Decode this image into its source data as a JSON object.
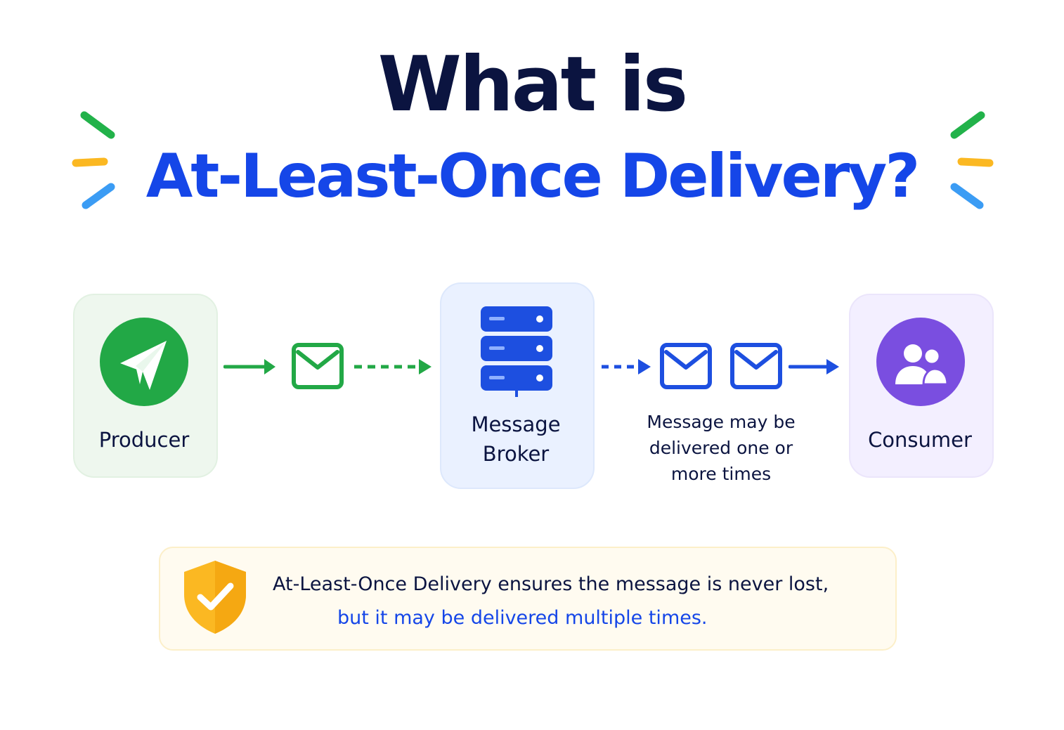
{
  "title": {
    "line1": "What is",
    "line2": "At-Least-Once Delivery?"
  },
  "nodes": {
    "producer": {
      "label": "Producer",
      "icon": "paper-plane-icon",
      "color": "#22a846"
    },
    "broker": {
      "label_line1": "Message",
      "label_line2": "Broker",
      "icon": "server-stack-icon",
      "color": "#1d4fe0"
    },
    "consumer": {
      "label": "Consumer",
      "icon": "users-icon",
      "color": "#7a4ee0"
    }
  },
  "flow_description": [
    "Message may be",
    "delivered one or",
    "more times"
  ],
  "note": {
    "icon": "shield-check-icon",
    "line1": "At-Least-Once Delivery ensures the message is never lost,",
    "line2": "but it may be delivered multiple times."
  },
  "colors": {
    "title_dark": "#0b1440",
    "title_blue": "#1546e8",
    "green": "#22a846",
    "blue": "#1d4fe0",
    "purple": "#7a4ee0",
    "amber": "#fbb822"
  }
}
